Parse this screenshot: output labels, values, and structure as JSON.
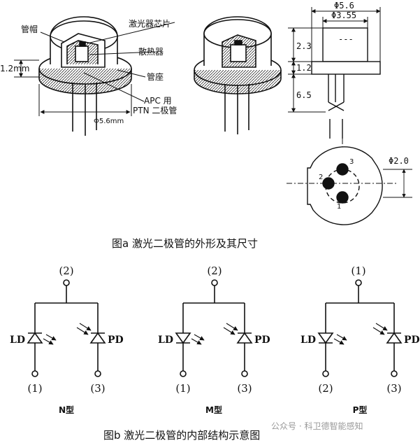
{
  "figure_a": {
    "caption": "图a 激光二极管的外形及其尺寸",
    "labels": {
      "cap": "管帽",
      "chip": "激光器芯片",
      "heatsink": "散热器",
      "base": "管座",
      "apc_line1": "APC 用",
      "apc_line2": "PTN 二极管",
      "height": "1.2mm",
      "diameter": "Φ5.6mm"
    },
    "dimensions": {
      "outer_dia": "Φ5.6",
      "cap_dia": "Φ3.55",
      "cap_height": "2.3",
      "base_height": "1.2",
      "pin_length": "6.5",
      "pin_circle": "Φ2.0",
      "window": "---"
    },
    "pin_numbers": {
      "left": "2",
      "top": "3",
      "bottom": "1"
    }
  },
  "figure_b": {
    "caption": "图b 激光二极管的内部结构示意图",
    "circuits": [
      {
        "type_label": "N型",
        "ld_label": "LD",
        "pd_label": "PD",
        "top_pin": "(2)",
        "left_pin": "(1)",
        "right_pin": "(3)"
      },
      {
        "type_label": "M型",
        "ld_label": "LD",
        "pd_label": "PD",
        "top_pin": "(2)",
        "left_pin": "(1)",
        "right_pin": "(3)"
      },
      {
        "type_label": "P型",
        "ld_label": "LD",
        "pd_label": "PD",
        "top_pin": "(1)",
        "left_pin": "(2)",
        "right_pin": "(3)"
      }
    ]
  },
  "watermark": "公众号 · 科卫德智能感知"
}
